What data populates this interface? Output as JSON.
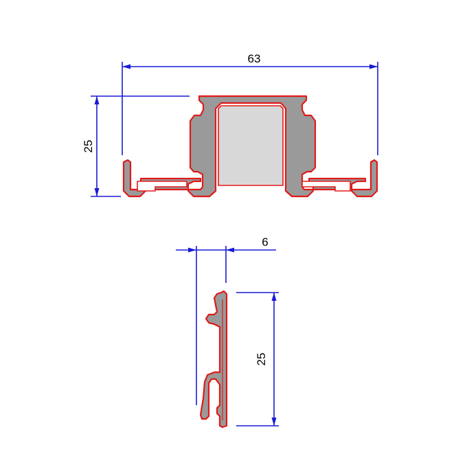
{
  "profile_1": {
    "width_label": "63",
    "height_label": "25"
  },
  "profile_2": {
    "width_label": "6",
    "height_label": "25"
  },
  "colors": {
    "dimension_lines": "#1a1ad6",
    "profile_outline": "#e01a1a",
    "profile_fill": "#9a9a9a"
  }
}
